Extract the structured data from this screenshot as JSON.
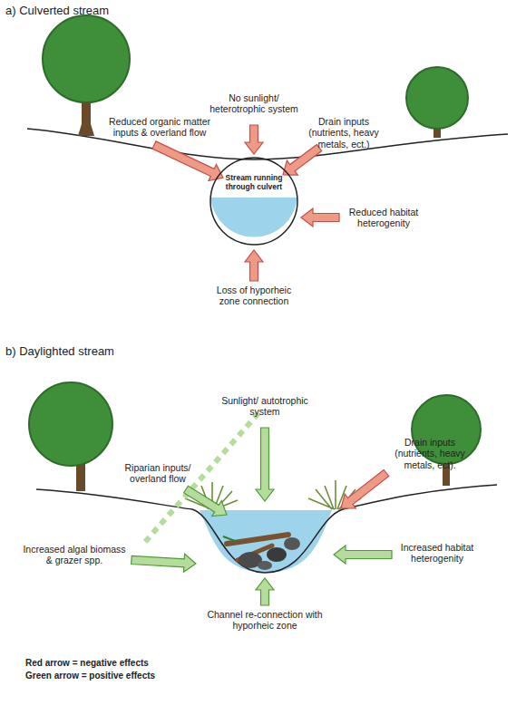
{
  "diagram": {
    "nodes": [
      {
        "text": [
          "Stream running through culvert"
        ]
      }
    ],
    "labels": [
      "a) Culverted stream",
      "No sunlight/ heterotrophic system",
      "Reduced organic matter inputs & overland flow",
      "Drain inputs (nutrients, heavy metals, ect.)",
      "Reduced habitat heterogenity",
      "Loss of hyporheic zone connection",
      "b) Daylighted stream",
      "Sunlight/ autotrophic system",
      "Riparian inputs/ overland flow",
      "Drain inputs (nutrients, heavy metals, ect).",
      "Increased algal biomass & grazer spp.",
      "Increased habitat heterogenity",
      "Channel re-connection with hyporheic zone"
    ],
    "legend": [
      {
        "text": "Red arrow = negative effects"
      },
      {
        "text": "Green arrow = positive effects"
      }
    ]
  }
}
